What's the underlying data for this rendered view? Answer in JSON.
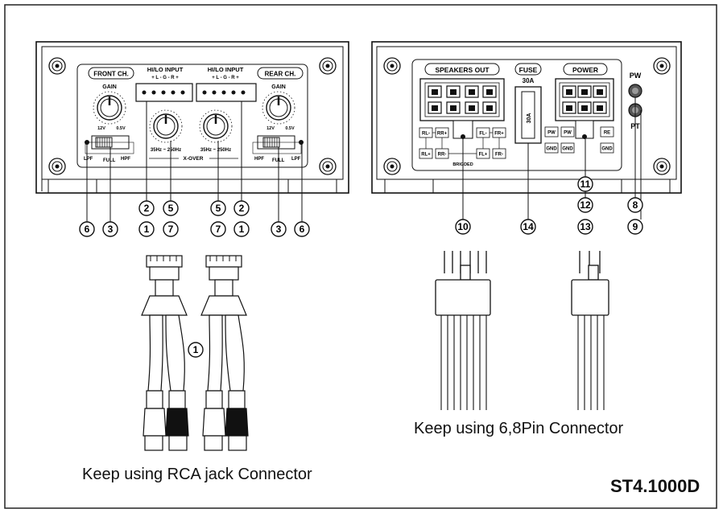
{
  "front_panel": {
    "front_ch": "FRONT CH.",
    "rear_ch": "REAR CH.",
    "gain": "GAIN",
    "gain_min": "12V",
    "gain_max": "0.5V",
    "hilo_input": "HI/LO INPUT",
    "hilo_pins": "+ L - G - R +",
    "freq_range": "35Hz ~ 250Hz",
    "xover": "X-OVER",
    "lpf": "LPF",
    "hpf": "HPF",
    "full": "FULL"
  },
  "rear_panel": {
    "speakers_out": "SPEAKERS OUT",
    "fuse": "FUSE",
    "fuse_rating": "30A",
    "fuse_body": "30A",
    "power": "POWER",
    "bridged": "BRIGDED",
    "pw_led": "PW",
    "pt_led": "PT",
    "spk_labels": {
      "rl_minus": "RL-",
      "rr_plus": "RR+",
      "rl_plus": "RL+",
      "rr_minus": "RR-",
      "fl_minus": "FL-",
      "fr_plus": "FR+",
      "fl_plus": "FL+",
      "fr_minus": "FR-"
    },
    "pwr_labels": {
      "pw1": "PW",
      "pw2": "PW",
      "gnd1": "GND",
      "gnd2": "GND",
      "re": "RE",
      "gnd3": "GND"
    }
  },
  "callouts": {
    "front_left": {
      "n6": "6",
      "n3": "3",
      "n2": "2",
      "n1": "1",
      "n5": "5",
      "n7": "7"
    },
    "front_right": {
      "n5": "5",
      "n7": "7",
      "n2": "2",
      "n1": "1",
      "n3": "3",
      "n6": "6"
    },
    "rear": {
      "n10": "10",
      "n14": "14",
      "n11": "11",
      "n12": "12",
      "n13": "13",
      "n8": "8",
      "n9": "9"
    },
    "cable": "1"
  },
  "captions": {
    "rca": "Keep using RCA jack Connector",
    "pin": "Keep using 6,8Pin Connector",
    "model": "ST4.1000D"
  }
}
